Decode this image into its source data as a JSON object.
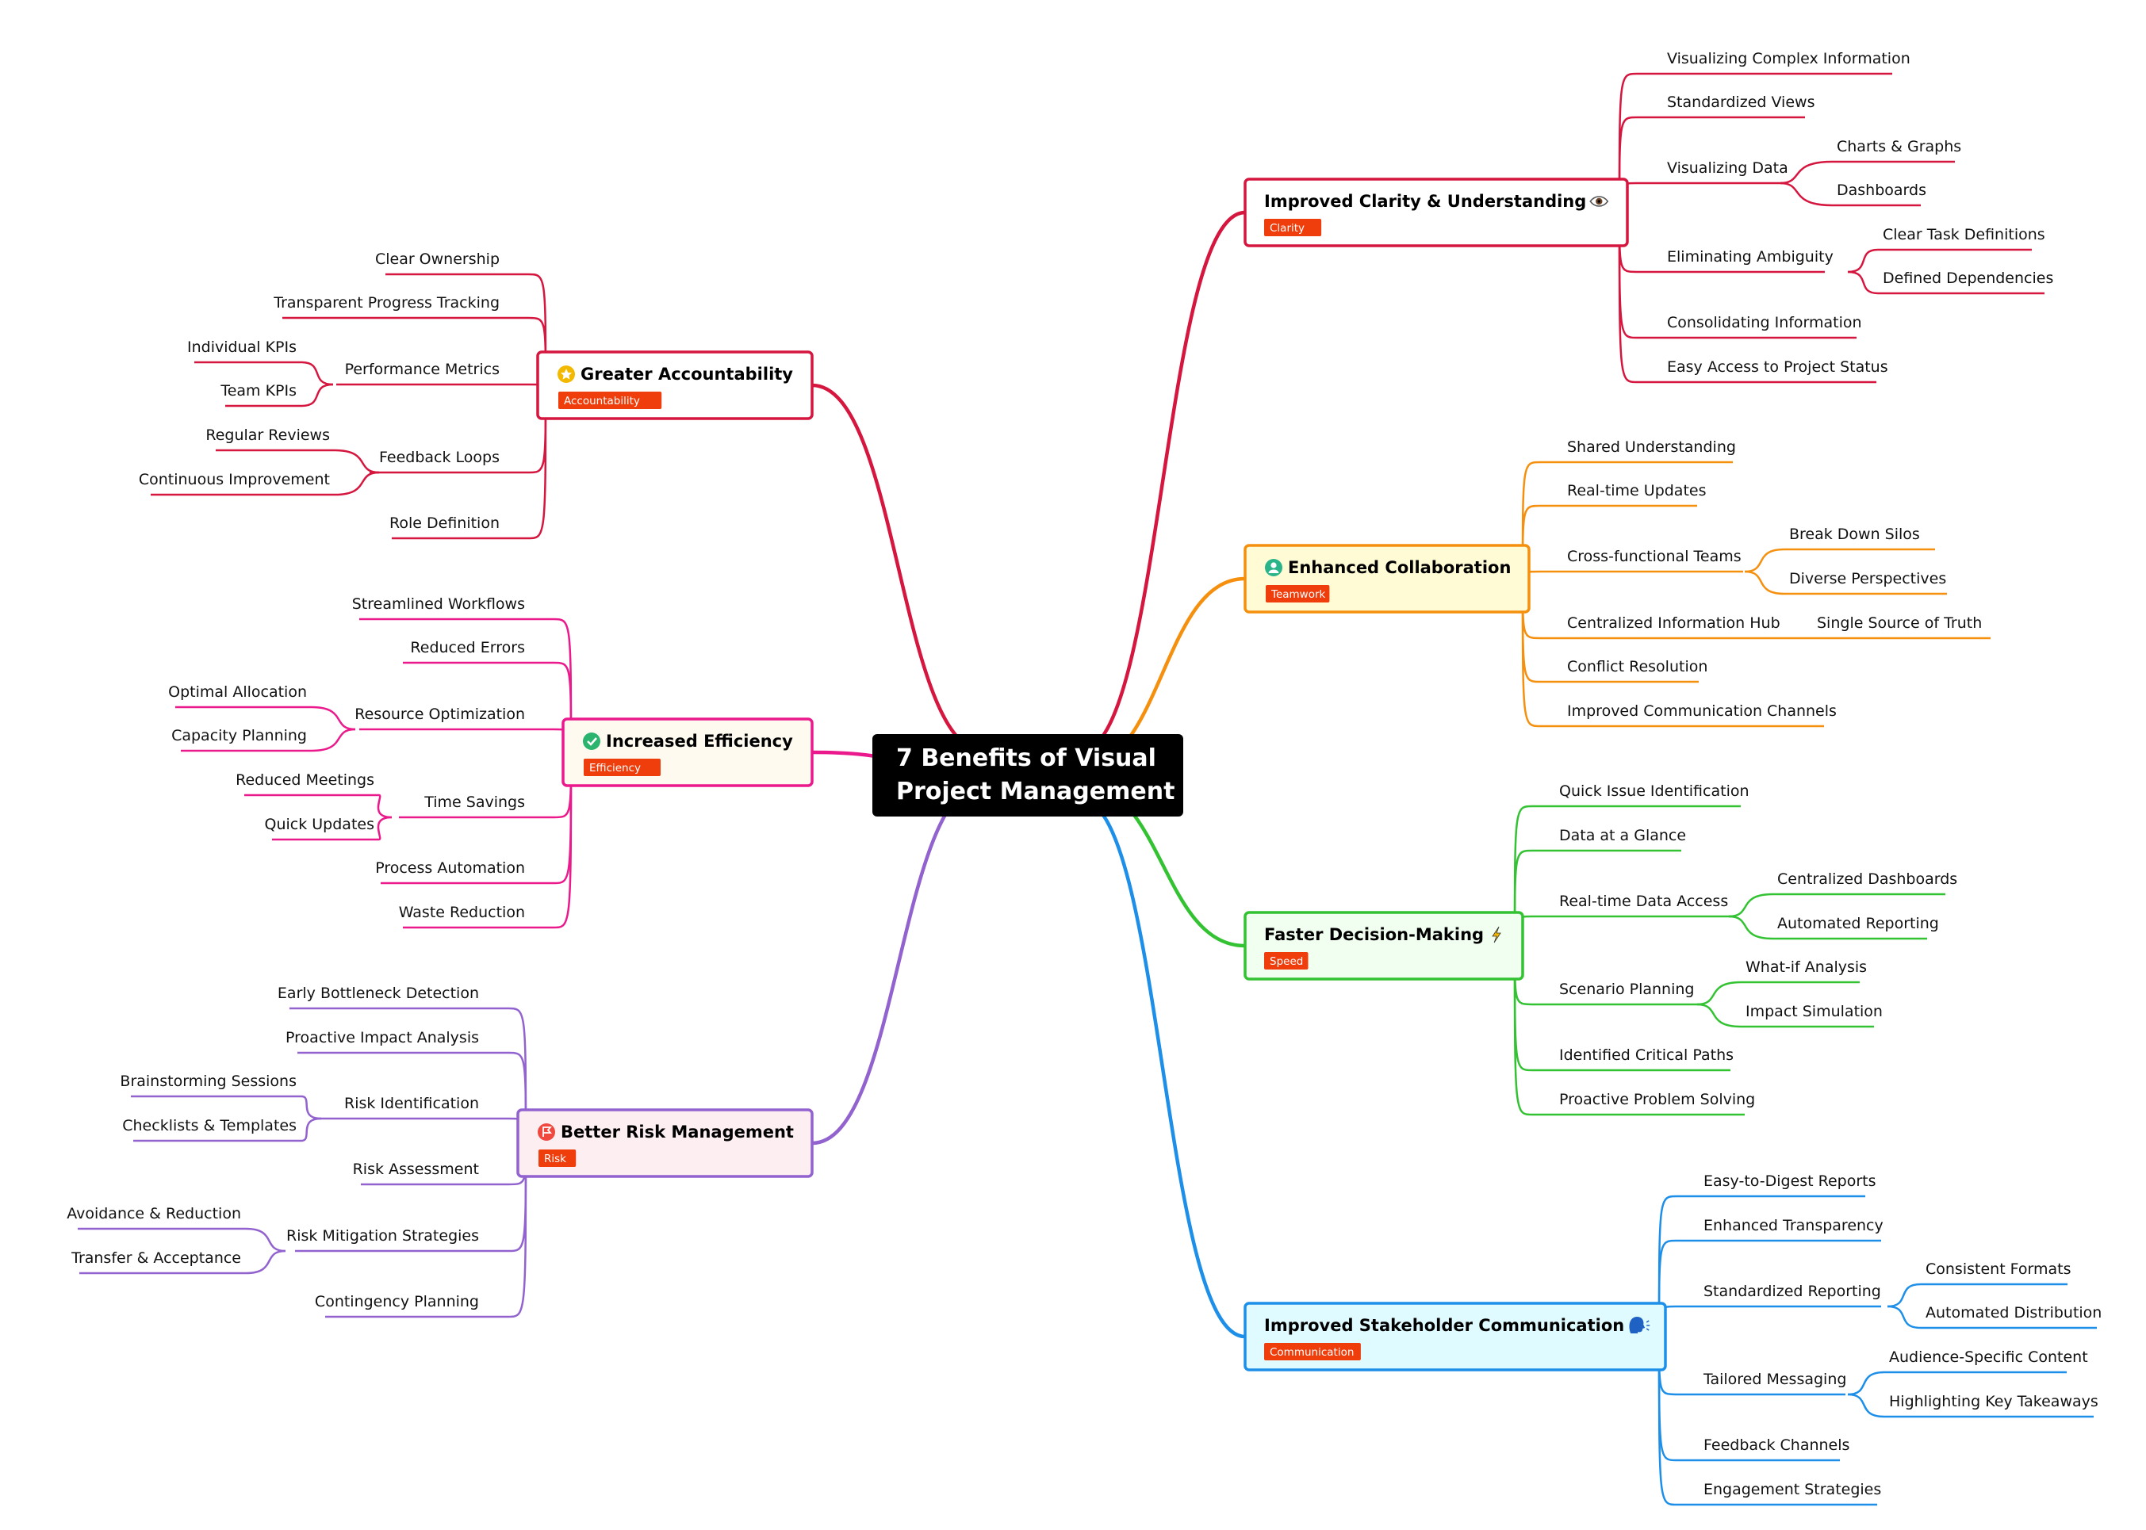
{
  "center": {
    "title_line1": "7 Benefits of Visual",
    "title_line2": "Project Management"
  },
  "colors": {
    "background": "#ffffff",
    "center_bg": "#000000",
    "tag_bg": "#ef3d0c"
  },
  "branches": [
    {
      "title": "Improved Clarity & Understanding",
      "icon": "eye-emoji",
      "tag": "Clarity",
      "color": "#d5163f",
      "fill": "#ffffff",
      "children": [
        {
          "label": "Visualizing Complex Information"
        },
        {
          "label": "Standardized Views"
        },
        {
          "label": "Visualizing Data",
          "children": [
            "Charts & Graphs",
            "Dashboards"
          ]
        },
        {
          "label": "Eliminating Ambiguity",
          "children": [
            "Clear Task Definitions",
            "Defined Dependencies"
          ]
        },
        {
          "label": "Consolidating Information"
        },
        {
          "label": "Easy Access to Project Status"
        }
      ]
    },
    {
      "title": "Enhanced Collaboration",
      "icon": "user-circle-icon",
      "tag": "Teamwork",
      "color": "#f5900f",
      "fill": "#fffbd5",
      "children": [
        {
          "label": "Shared Understanding"
        },
        {
          "label": "Real-time Updates"
        },
        {
          "label": "Cross-functional Teams",
          "children": [
            "Break Down Silos",
            "Diverse Perspectives"
          ]
        },
        {
          "label": "Centralized Information Hub",
          "children": [
            "Single Source of Truth"
          ]
        },
        {
          "label": "Conflict Resolution"
        },
        {
          "label": "Improved Communication Channels"
        }
      ]
    },
    {
      "title": "Faster Decision-Making",
      "icon": "lightning-emoji",
      "tag": "Speed",
      "color": "#32c232",
      "fill": "#f1fff1",
      "children": [
        {
          "label": "Quick Issue Identification"
        },
        {
          "label": "Data at a Glance"
        },
        {
          "label": "Real-time Data Access",
          "children": [
            "Centralized Dashboards",
            "Automated Reporting"
          ]
        },
        {
          "label": "Scenario Planning",
          "children": [
            "What-if Analysis",
            "Impact Simulation"
          ]
        },
        {
          "label": "Identified Critical Paths"
        },
        {
          "label": "Proactive Problem Solving"
        }
      ]
    },
    {
      "title": "Improved Stakeholder Communication",
      "icon": "speaking-head-emoji",
      "tag": "Communication",
      "color": "#1d8fe8",
      "fill": "#e0fbff",
      "children": [
        {
          "label": "Easy-to-Digest Reports"
        },
        {
          "label": "Enhanced Transparency"
        },
        {
          "label": "Standardized Reporting",
          "children": [
            "Consistent Formats",
            "Automated Distribution"
          ]
        },
        {
          "label": "Tailored Messaging",
          "children": [
            "Audience-Specific Content",
            "Highlighting Key Takeaways"
          ]
        },
        {
          "label": "Feedback Channels"
        },
        {
          "label": "Engagement Strategies"
        }
      ]
    },
    {
      "title": "Greater Accountability",
      "icon": "star-circle-icon",
      "tag": "Accountability",
      "color": "#d5163f",
      "fill": "#ffffff",
      "children": [
        {
          "label": "Clear Ownership"
        },
        {
          "label": "Transparent Progress Tracking"
        },
        {
          "label": "Performance Metrics",
          "children": [
            "Individual KPIs",
            "Team KPIs"
          ]
        },
        {
          "label": "Feedback Loops",
          "children": [
            "Regular Reviews",
            "Continuous Improvement"
          ]
        },
        {
          "label": "Role Definition"
        }
      ]
    },
    {
      "title": "Increased Efficiency",
      "icon": "check-circle-icon",
      "tag": "Efficiency",
      "color": "#eb1a8c",
      "fill": "#fffaf0",
      "children": [
        {
          "label": "Streamlined Workflows"
        },
        {
          "label": "Reduced Errors"
        },
        {
          "label": "Resource Optimization",
          "children": [
            "Optimal Allocation",
            "Capacity Planning"
          ]
        },
        {
          "label": "Time Savings",
          "children": [
            "Reduced Meetings",
            "Quick Updates"
          ]
        },
        {
          "label": "Process Automation"
        },
        {
          "label": "Waste Reduction"
        }
      ]
    },
    {
      "title": "Better Risk Management",
      "icon": "flag-circle-icon",
      "tag": "Risk",
      "color": "#9262cf",
      "fill": "#fdeef2",
      "children": [
        {
          "label": "Early Bottleneck Detection"
        },
        {
          "label": "Proactive Impact Analysis"
        },
        {
          "label": "Risk Identification",
          "children": [
            "Brainstorming Sessions",
            "Checklists & Templates"
          ]
        },
        {
          "label": "Risk Assessment"
        },
        {
          "label": "Risk Mitigation Strategies",
          "children": [
            "Avoidance & Reduction",
            "Transfer & Acceptance"
          ]
        },
        {
          "label": "Contingency Planning"
        }
      ]
    }
  ]
}
